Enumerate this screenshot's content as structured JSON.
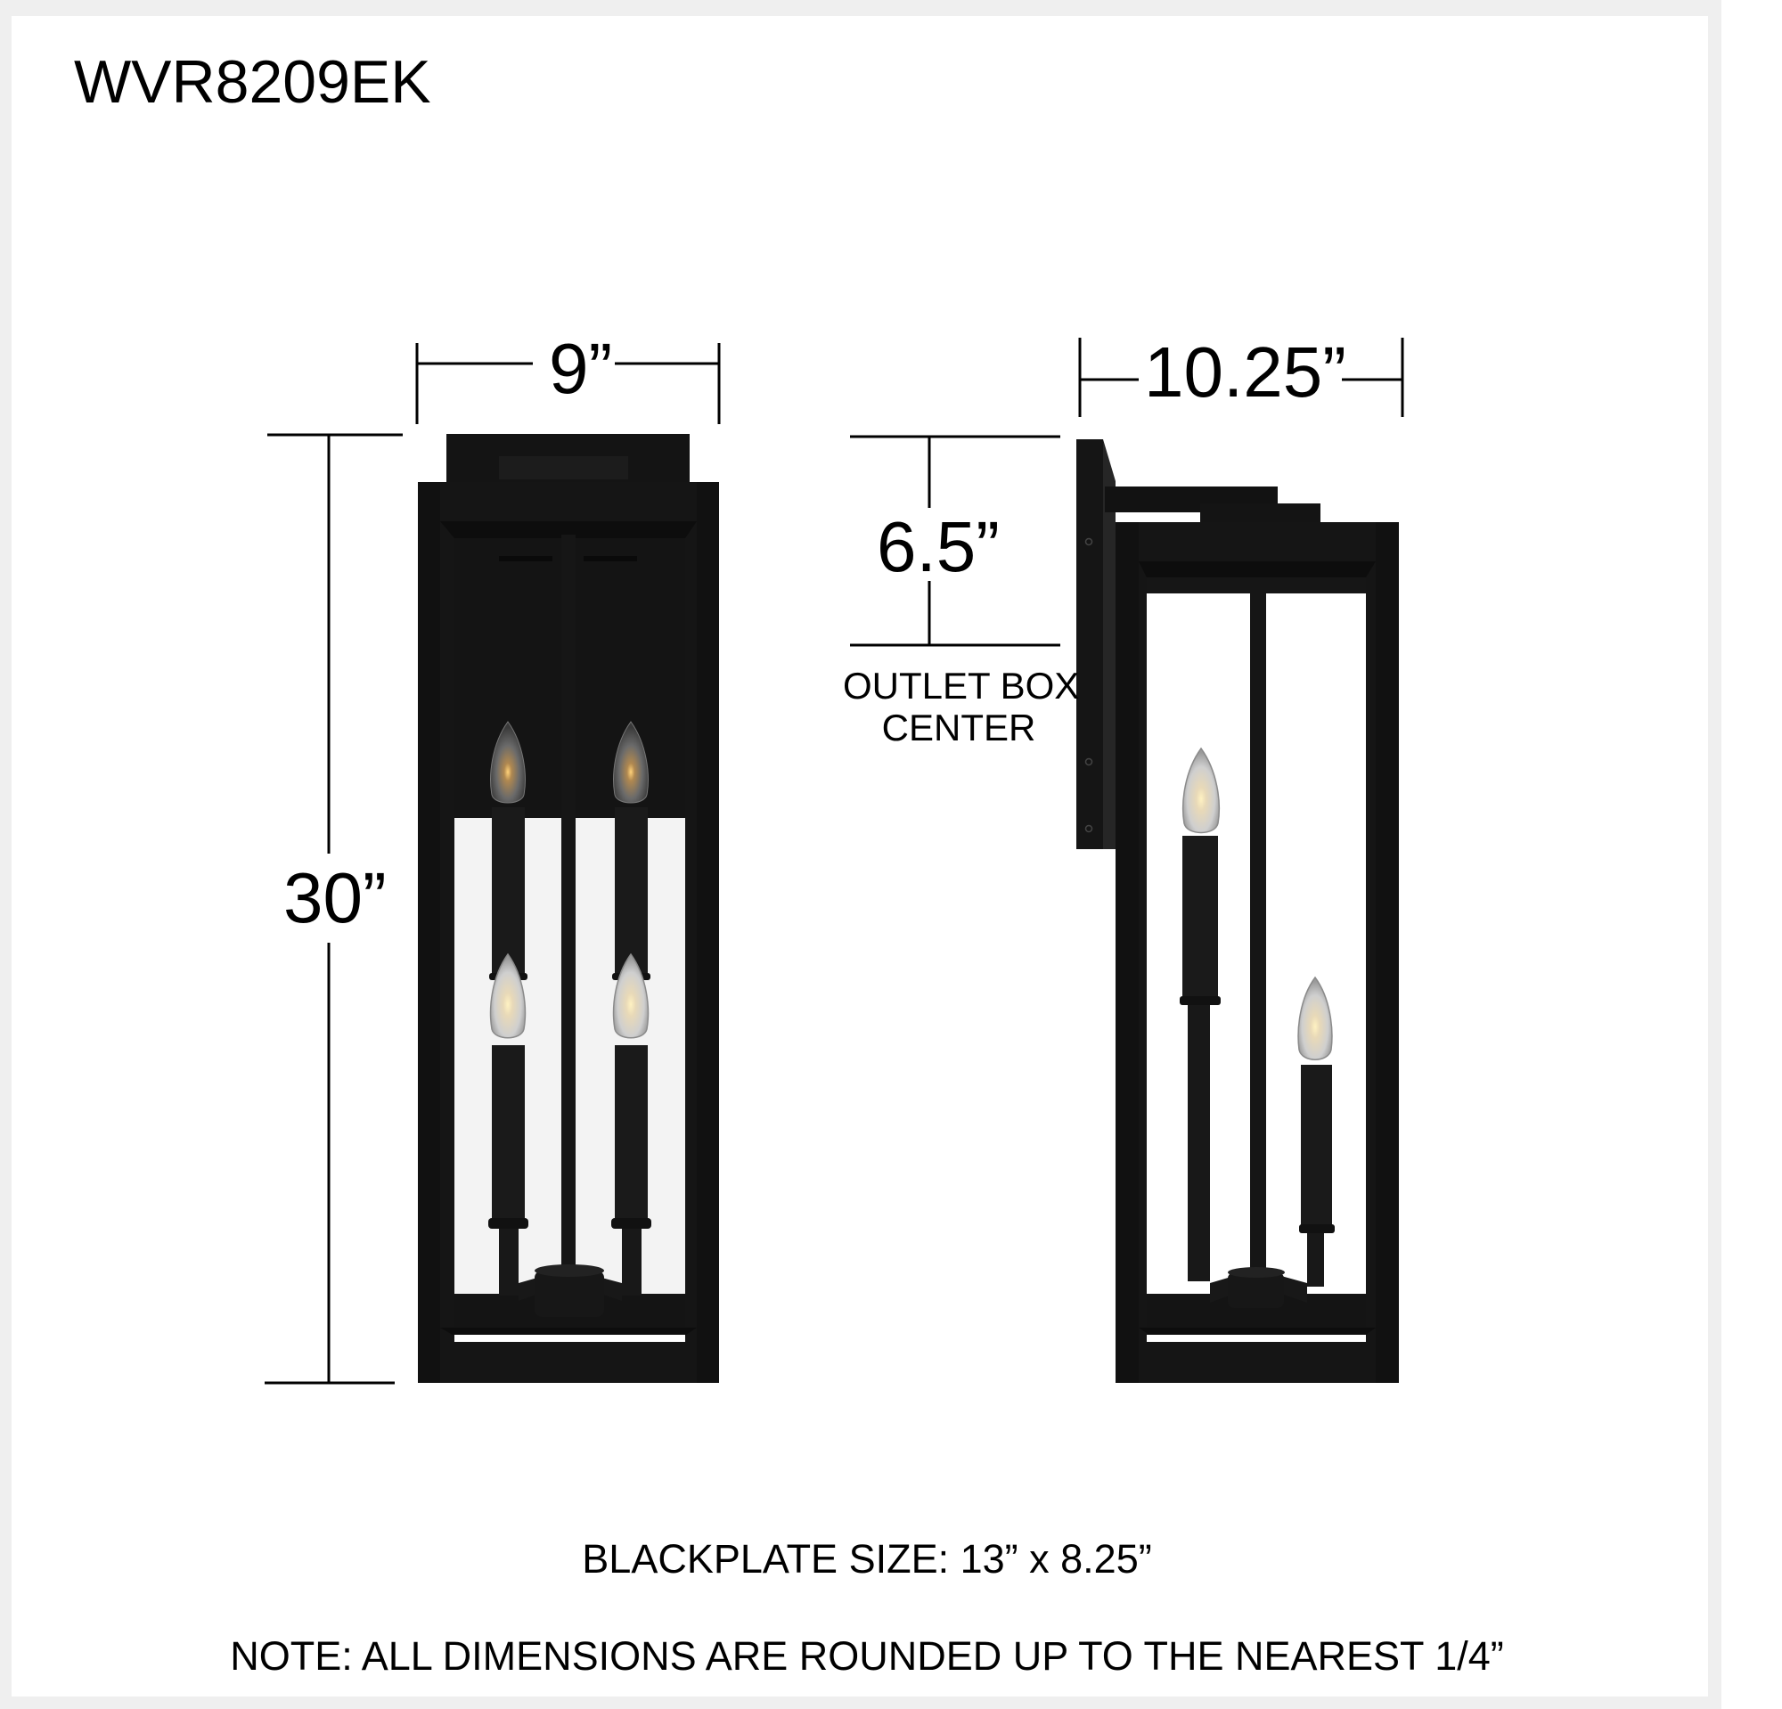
{
  "document": {
    "model_number": "WVR8209EK",
    "background_color": "#ffffff",
    "border_color": "#efefef",
    "fixture_color": "#151515"
  },
  "front_view": {
    "width_label": "9”",
    "height_label": "30”",
    "bulb_count": 4
  },
  "side_view": {
    "extension_label": "10.25”",
    "outlet_offset_label": "6.5”",
    "outlet_caption_line1": "OUTLET BOX",
    "outlet_caption_line2": "CENTER",
    "bulb_count": 2
  },
  "footer": {
    "backplate_size": "BLACKPLATE SIZE: 13” x 8.25”",
    "note": "NOTE: ALL DIMENSIONS ARE ROUNDED UP TO THE NEAREST 1/4”"
  }
}
